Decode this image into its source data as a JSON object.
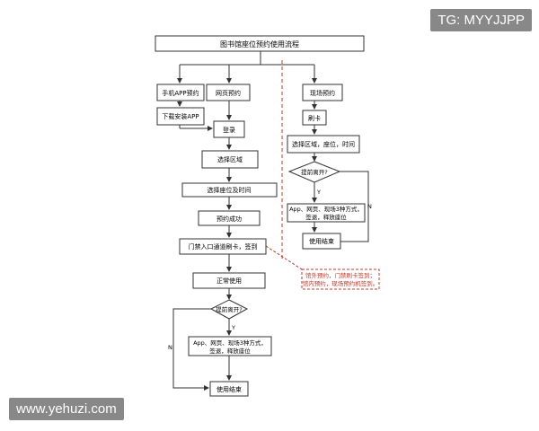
{
  "title": "图书馆座位预约使用流程",
  "nodes": {
    "app_reserve": "手机APP预约",
    "web_reserve": "网页预约",
    "download_app": "下载安装APP",
    "login": "登录",
    "choose_area": "选择区域",
    "choose_seat_time": "选择座位及时间",
    "reserve_success": "预约成功",
    "gate_checkin": "门禁入口通道刷卡，签到",
    "normal_use": "正常使用",
    "early_leave_left": "提前离开?",
    "release_left_line1": "App、网页、现场3种方式，",
    "release_left_line2": "签退，释放座位",
    "end_left": "使用结束",
    "onsite_reserve": "现场预约",
    "swipe_card": "刷卡",
    "onsite_choose": "选择区域，座位，时间",
    "early_leave_right": "提前离开?",
    "release_right_line1": "App、网页、现场3种方式，",
    "release_right_line2": "签退，释放座位",
    "end_right": "使用结束"
  },
  "labels": {
    "yes_right": "Y",
    "no_right": "N",
    "yes_left": "Y",
    "no_left": "N"
  },
  "note": {
    "line1": "馆外预约，门禁刷卡签到；",
    "line2": "馆内预约，现场预约机签到。",
    "color": "#c0392b"
  },
  "watermarks": {
    "top": "TG: MYYJJPP",
    "bottom": "www.yehuzi.com"
  }
}
